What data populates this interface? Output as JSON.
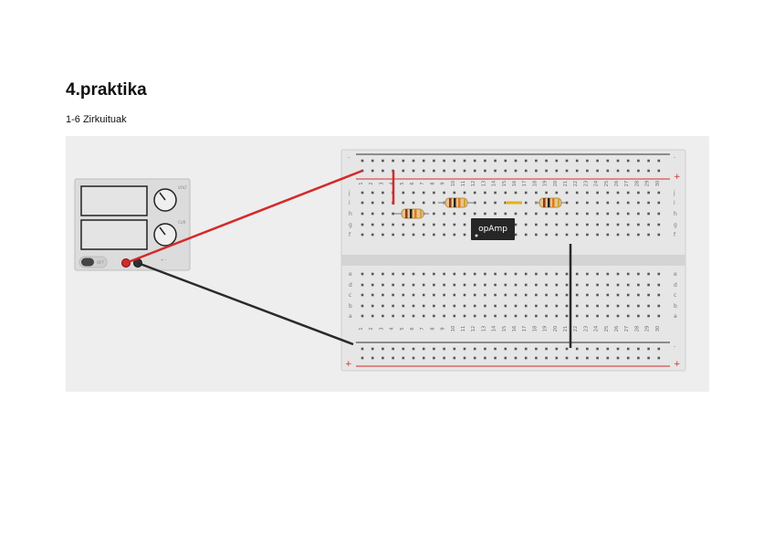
{
  "document": {
    "title": "4.praktika",
    "subtitle": "1-6 Zirkuituak"
  },
  "circuit": {
    "chip_label": "opAmp",
    "breadboard_columns": 30,
    "upper_row_letters": [
      "j",
      "i",
      "h",
      "g",
      "f"
    ],
    "lower_row_letters": [
      "e",
      "d",
      "c",
      "b",
      "a"
    ],
    "rail_plus": "+",
    "rail_minus": "-",
    "wire_colors": {
      "positive": "#d42a2a",
      "ground": "#2a2a2a"
    },
    "rail_line_colors": {
      "red": "#d42a2a",
      "dark": "#333333"
    },
    "resistor_band_colors": [
      "#8b3a1a",
      "#222222",
      "#e07b1a"
    ],
    "psu_button_label": "OFF"
  }
}
